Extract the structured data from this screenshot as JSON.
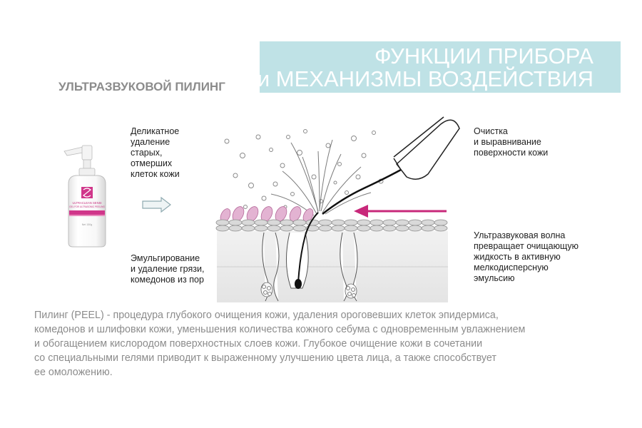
{
  "header": {
    "title_line1": "ФУНКЦИИ ПРИБОРА",
    "title_line2": "и МЕХАНИЗМЫ ВОЗДЕЙСТВИЯ",
    "banner_color": "#bfe2e6"
  },
  "subtitle": "УЛЬТРАЗВУКОВОЙ ПИЛИНГ",
  "product": {
    "label_line1": "ULTRACLEAN SENSI",
    "label_line2": "GEL FOR ULTRASONIC PEELING",
    "volume": "Net 150g",
    "accent_color": "#d0368a"
  },
  "diagram": {
    "label_top_left": [
      "Деликатное",
      "удаление",
      "старых,",
      "отмерших",
      "клеток кожи"
    ],
    "label_bottom_left": [
      "Эмульгирование",
      "и удаление грязи,",
      "комедонов из пор"
    ],
    "label_top_right": [
      "Очистка",
      "и выравнивание",
      "поверхности кожи"
    ],
    "label_bottom_right": [
      "Ультразвуковая волна",
      "превращает очищающую",
      "жидкость в активную",
      "мелкодисперсную",
      "эмульсию"
    ],
    "arrow_color": "#c8287a",
    "cell_color": "#e3b3d2"
  },
  "description": [
    "Пилинг (PEEL) - процедура глубокого очищения кожи, удаления ороговевших клеток эпидермиса,",
    "комедонов и шлифовки кожи, уменьшения количества кожного себума с одновременным увлажнением",
    "и обогащением кислородом поверхностных слоев кожи. Глубокое очищение кожи в сочетании",
    "со специальными гелями приводит к выраженному улучшению цвета лица, а также способствует",
    "ее омоложению."
  ]
}
